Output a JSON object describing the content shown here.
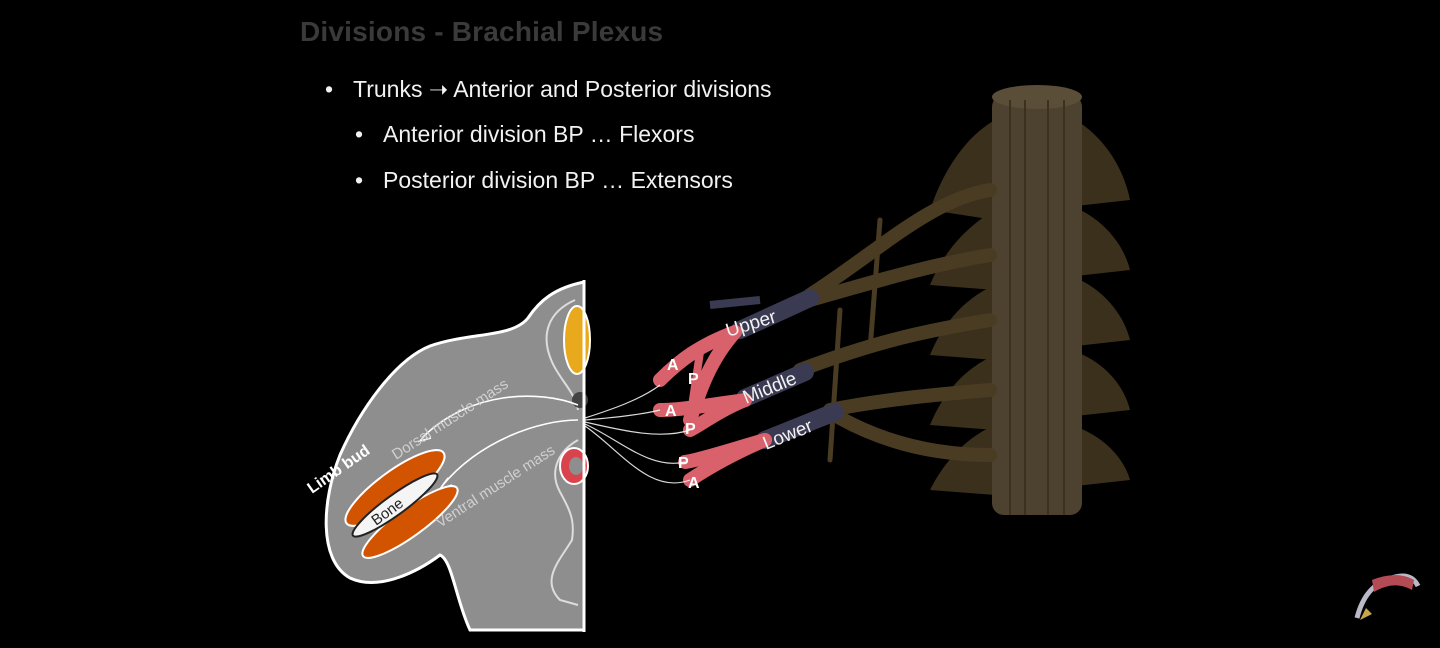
{
  "title": "Divisions - Brachial Plexus",
  "bullets": [
    {
      "text": "Trunks ➝ Anterior and Posterior divisions"
    },
    {
      "text": "Anterior division BP … Flexors"
    },
    {
      "text": "Posterior division BP … Extensors"
    }
  ],
  "limb_bud": {
    "label": "Limb bud",
    "dorsal_label": "Dorsal muscle mass",
    "ventral_label": "Ventral muscle mass",
    "bone_label": "Bone"
  },
  "plexus": {
    "trunks": [
      "Upper",
      "Middle",
      "Lower"
    ],
    "division_marks": [
      "A",
      "P",
      "A",
      "P",
      "P",
      "A"
    ]
  },
  "colors": {
    "background": "#000000",
    "title": "#3a3a3a",
    "muscle": "#d35400",
    "limb": "#8c8c8c",
    "nerve_division": "#e0707a",
    "spinal_cord": "#4b4030",
    "nerve_root": "#4a3c22"
  }
}
